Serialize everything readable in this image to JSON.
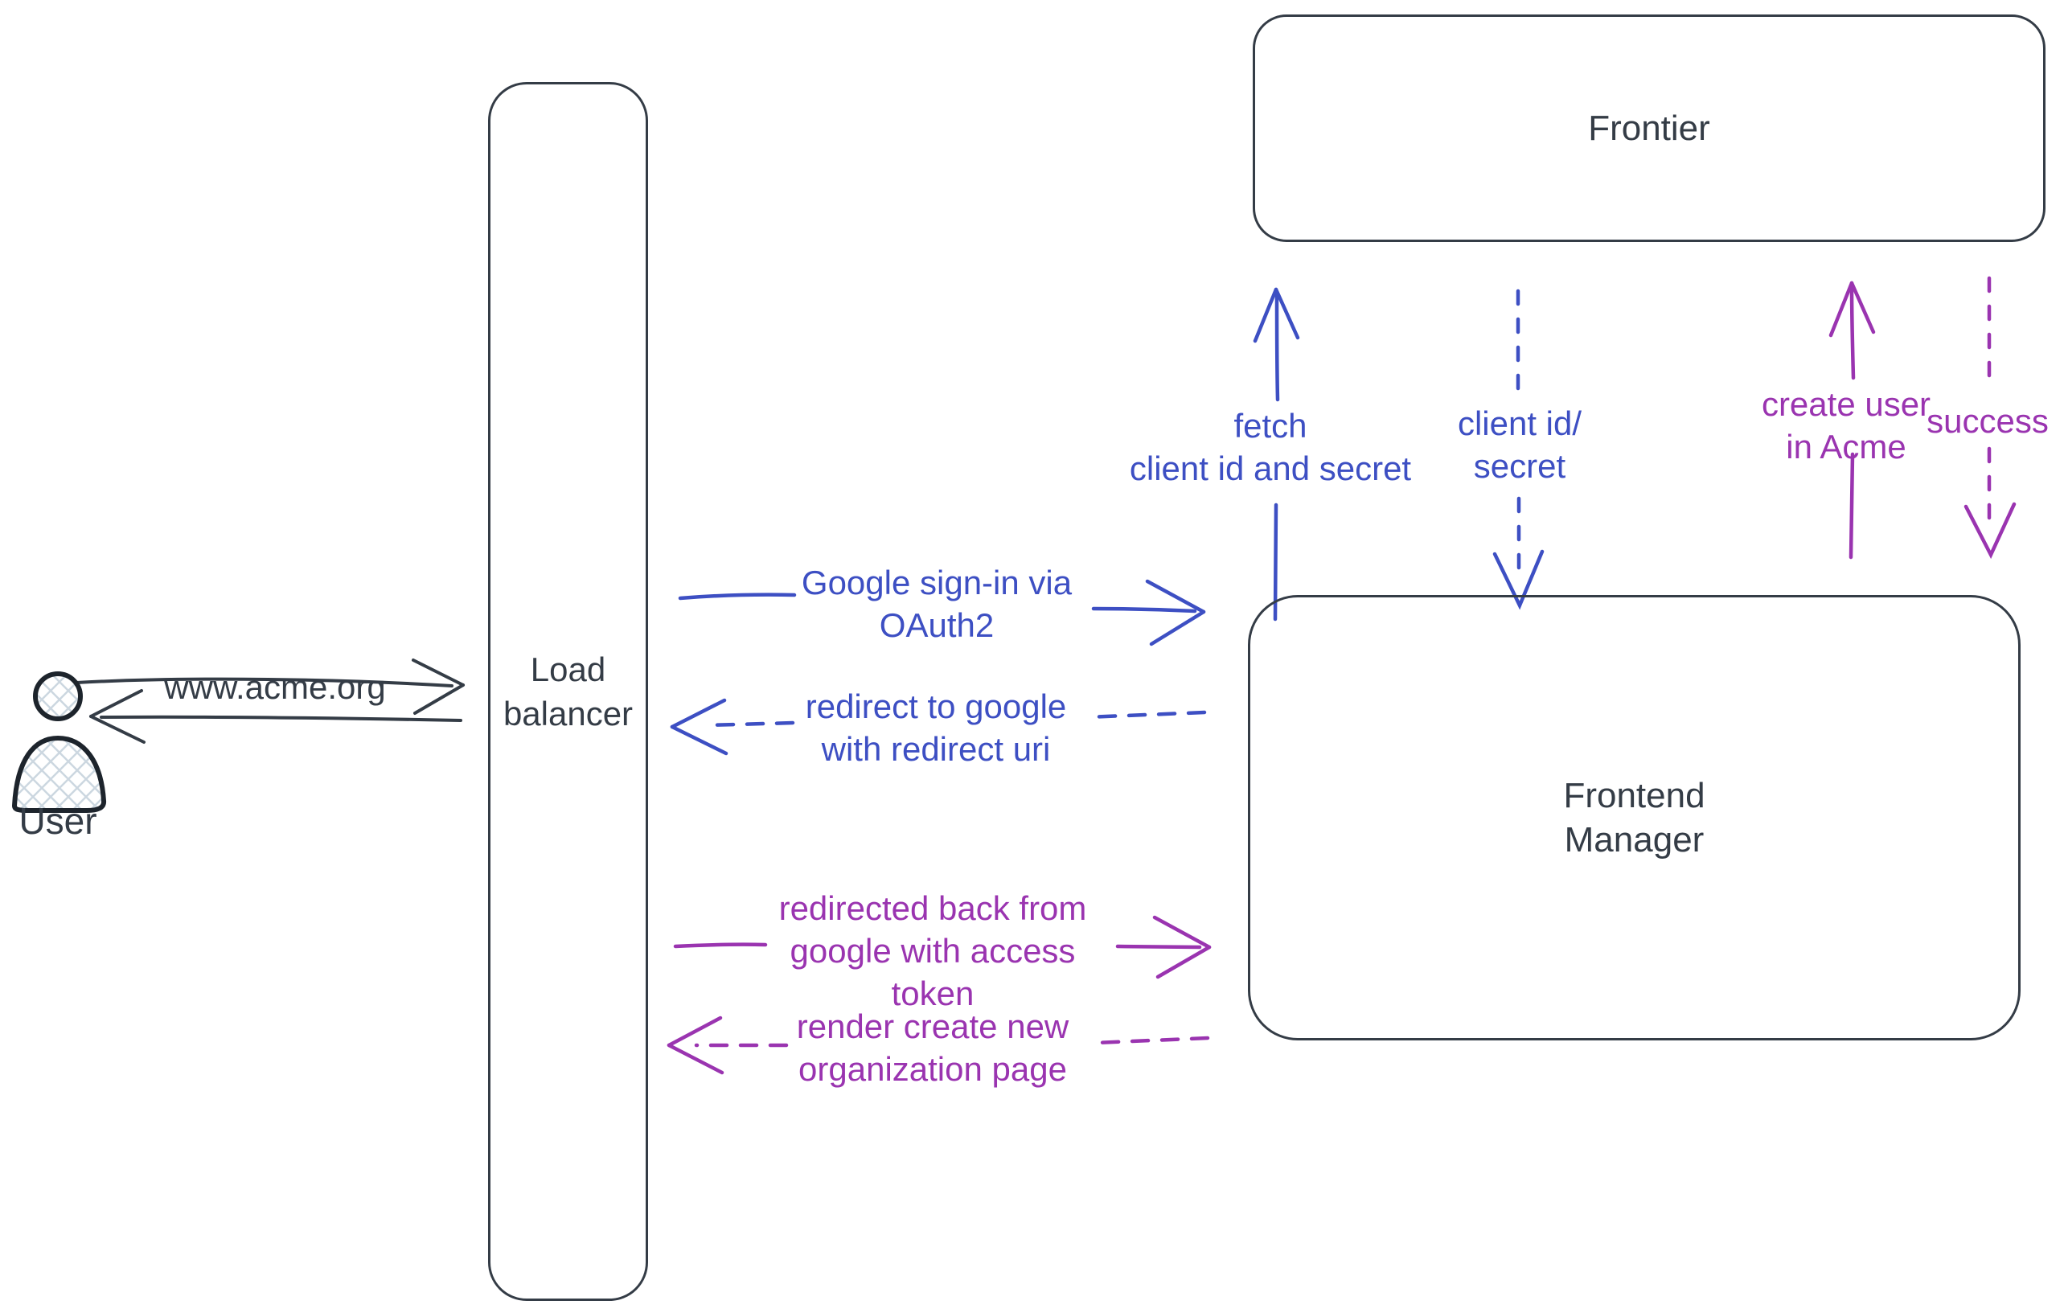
{
  "title": "OAuth sign-in flow diagram",
  "colors": {
    "ink": "#343c46",
    "blue": "#3d4fc3",
    "purple": "#9a34b0",
    "hatch_fill": "#ccd7e0"
  },
  "actors": {
    "user": {
      "label": "User"
    },
    "load_balancer": {
      "label": "Load\nbalancer"
    },
    "frontier": {
      "label": "Frontier"
    },
    "frontend_manager": {
      "label": "Frontend\nManager"
    }
  },
  "flows": [
    {
      "id": "www_acme",
      "label": "www.acme.org",
      "from": "User",
      "to": "Load balancer",
      "style": "solid",
      "color": "ink"
    },
    {
      "id": "response_to_user",
      "label": "",
      "from": "Load balancer",
      "to": "User",
      "style": "solid",
      "color": "ink"
    },
    {
      "id": "google_signin",
      "label": "Google sign-in via\nOAuth2",
      "from": "Load balancer",
      "to": "Frontend Manager",
      "style": "solid",
      "color": "blue"
    },
    {
      "id": "redirect_to_google",
      "label": "redirect to google\nwith redirect uri",
      "from": "Frontend Manager",
      "to": "Load balancer",
      "style": "dashed",
      "color": "blue"
    },
    {
      "id": "redirected_back",
      "label": "redirected back from\ngoogle with access\ntoken",
      "from": "Load balancer",
      "to": "Frontend Manager",
      "style": "solid",
      "color": "purple"
    },
    {
      "id": "render_org_page",
      "label": "render create new\norganization page",
      "from": "Frontend Manager",
      "to": "Load balancer",
      "style": "dashed",
      "color": "purple"
    },
    {
      "id": "fetch_client_id",
      "label": "fetch\nclient id and secret",
      "from": "Frontend Manager",
      "to": "Frontier",
      "style": "solid",
      "color": "blue"
    },
    {
      "id": "client_id_secret",
      "label": "client id/\nsecret",
      "from": "Frontier",
      "to": "Frontend Manager",
      "style": "dashed",
      "color": "blue"
    },
    {
      "id": "create_user",
      "label": "create user\nin Acme",
      "from": "Frontend Manager",
      "to": "Frontier",
      "style": "solid",
      "color": "purple"
    },
    {
      "id": "success",
      "label": "success",
      "from": "Frontier",
      "to": "Frontend Manager",
      "style": "dashed",
      "color": "purple"
    }
  ]
}
